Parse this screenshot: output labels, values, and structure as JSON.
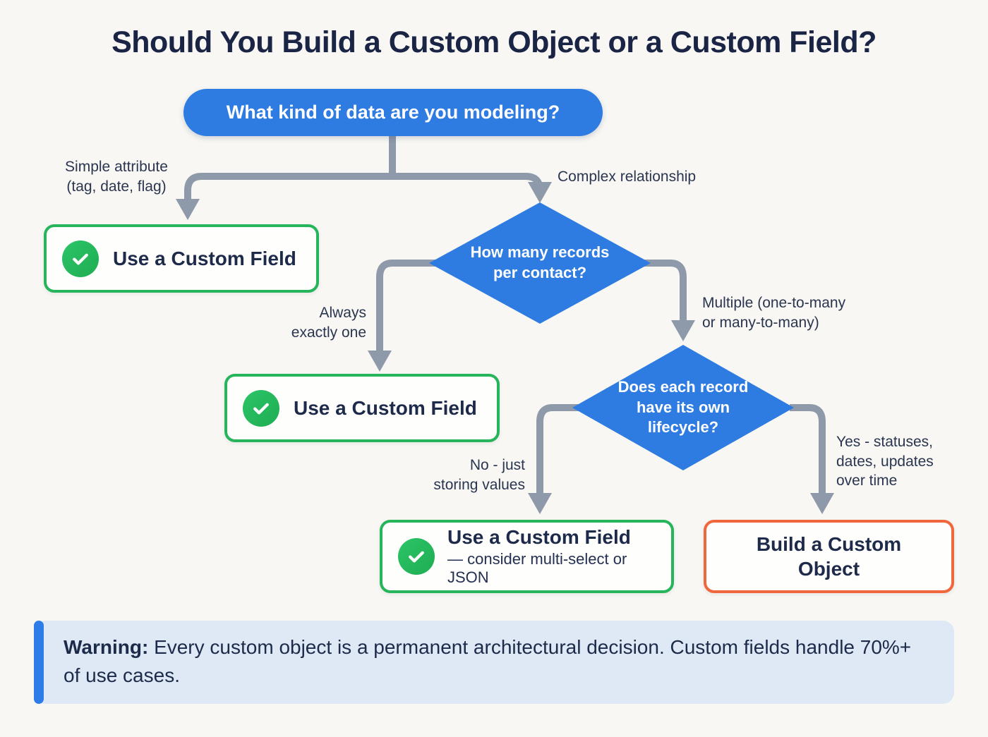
{
  "title": "Should You Build a Custom Object or a Custom Field?",
  "colors": {
    "bg": "#f8f7f3",
    "blue": "#2e7ce2",
    "green": "#26b55b",
    "green-dark": "#1fad52",
    "orange": "#f0673d",
    "navy": "#1c2645",
    "label": "#2a3550",
    "connector": "#8e99aa",
    "warning-bg": "#dfe8f5",
    "warning-bar": "#2d7ce8"
  },
  "nodes": {
    "root_question": "What kind of data are you modeling?",
    "decision_records": "How many records\nper contact?",
    "decision_lifecycle": "Does each record\nhave its own\nlifecycle?",
    "result_field_1": "Use a Custom Field",
    "result_field_2": "Use a Custom Field",
    "result_field_3_title": "Use a Custom Field",
    "result_field_3_note": "— consider multi-select or JSON",
    "result_object": "Build a Custom\nObject"
  },
  "edge_labels": {
    "simple": "Simple attribute\n(tag, date, flag)",
    "complex": "Complex relationship",
    "always_one": "Always\nexactly one",
    "multiple": "Multiple (one-to-many\nor many-to-many)",
    "no_values": "No - just\nstoring values",
    "yes_lifecycle": "Yes - statuses,\ndates, updates\nover time"
  },
  "icons": {
    "check": "✓"
  },
  "warning": {
    "label": "Warning:",
    "text": "Every custom object is a permanent architectural decision. Custom fields handle 70%+ of use cases."
  }
}
